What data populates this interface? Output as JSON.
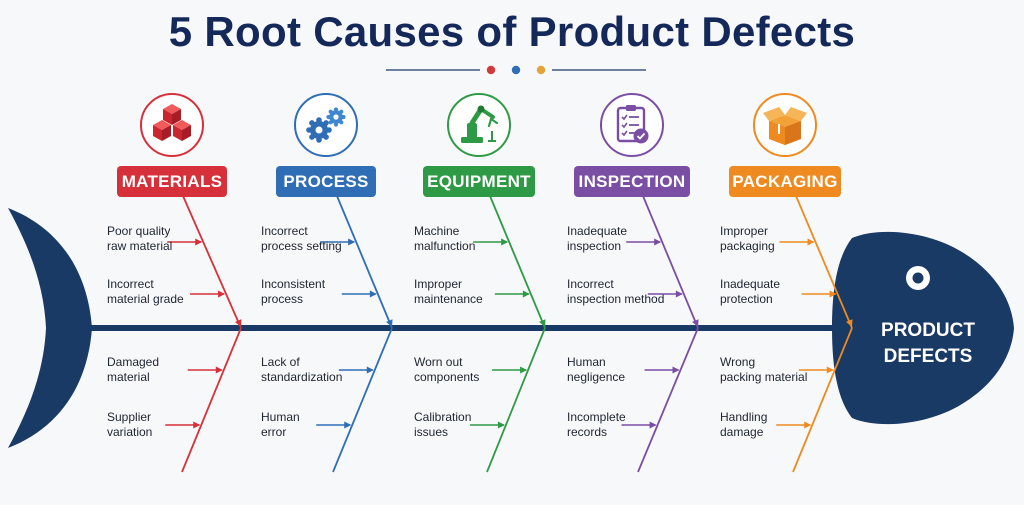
{
  "title": "5 Root Causes of Product Defects",
  "effect": "PRODUCT\nDEFECTS",
  "colors": {
    "navy": "#1a3a66",
    "divider_dots": [
      "#d33a3a",
      "#2f6db5",
      "#e3a43a"
    ]
  },
  "categories": [
    {
      "name": "MATERIALS",
      "color": "#d6313a",
      "icon": "boxes-icon",
      "causes": [
        "Poor quality\nraw material",
        "Incorrect\nmaterial grade",
        "Damaged\nmaterial",
        "Supplier\nvariation"
      ]
    },
    {
      "name": "PROCESS",
      "color": "#2f6db5",
      "icon": "gears-icon",
      "causes": [
        "Incorrect\nprocess setting",
        "Inconsistent\nprocess",
        "Lack of\nstandardization",
        "Human\nerror"
      ]
    },
    {
      "name": "EQUIPMENT",
      "color": "#2f9a45",
      "icon": "robot-arm-icon",
      "causes": [
        "Machine\nmalfunction",
        "Improper\nmaintenance",
        "Worn out\ncomponents",
        "Calibration\nissues"
      ]
    },
    {
      "name": "INSPECTION",
      "color": "#7a4ea3",
      "icon": "checklist-icon",
      "causes": [
        "Inadequate\ninspection",
        "Incorrect\ninspection method",
        "Human\nnegligence",
        "Incomplete\nrecords"
      ]
    },
    {
      "name": "PACKAGING",
      "color": "#ee8a1f",
      "icon": "package-icon",
      "causes": [
        "Improper\npackaging",
        "Inadequate\nprotection",
        "Wrong\npacking material",
        "Handling\ndamage"
      ]
    }
  ]
}
